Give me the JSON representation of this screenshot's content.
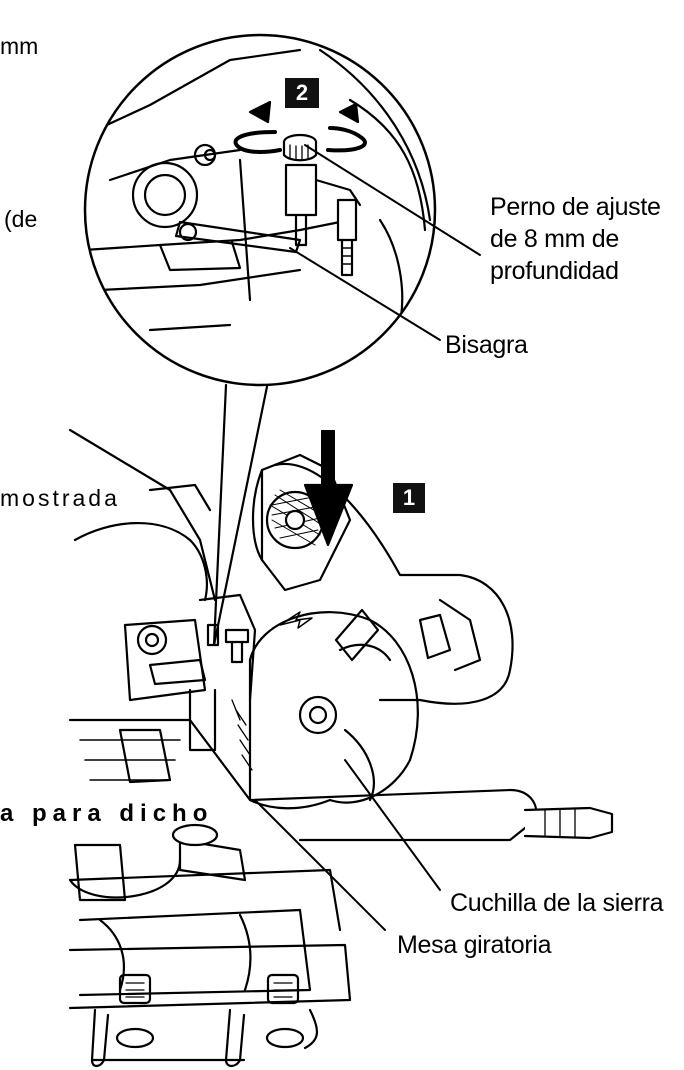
{
  "callouts": {
    "depth_bolt": [
      "Perno de ajuste",
      "de 8 mm de",
      "profundidad"
    ],
    "hinge": "Bisagra",
    "saw_blade": "Cuchilla de la sierra",
    "turn_base": "Mesa giratoria"
  },
  "steps": {
    "step_1": "1",
    "step_2": "2"
  },
  "cropped_fragments": {
    "top_left": "mm",
    "upper_left": "(de",
    "middle_left": "mostrada",
    "lower_left": "a para dicho"
  },
  "colors": {
    "ink": "#000000",
    "paper": "#ffffff",
    "badge": "#111111"
  }
}
